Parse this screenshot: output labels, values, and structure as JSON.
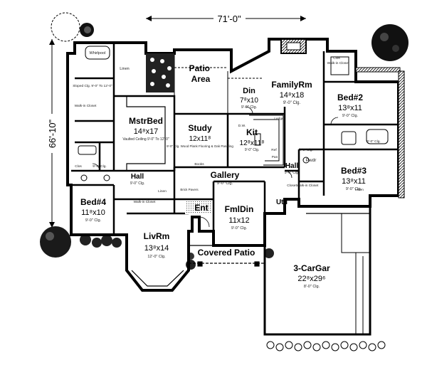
{
  "plan": {
    "overall_width": "71'-0\"",
    "overall_depth": "66'-10\"",
    "rooms": [
      {
        "id": "familyrm",
        "name": "FamilyRm",
        "size": "14⁸x18",
        "note": "9'-0\" Clg."
      },
      {
        "id": "din",
        "name": "Din",
        "size": "7⁸x10",
        "note": "9'-0\" Clg."
      },
      {
        "id": "patio",
        "name": "Patio Area",
        "size": "",
        "note": ""
      },
      {
        "id": "mstrbed",
        "name": "MstrBed",
        "size": "14⁸x17",
        "note": "Vaulted Ceiling 9'-0\" To 12'-0\""
      },
      {
        "id": "study",
        "name": "Study",
        "size": "12x11⁸",
        "note": "9'-0\" Clg. Wood Plank Flooring & Oak Paneling"
      },
      {
        "id": "kit",
        "name": "Kit",
        "size": "12⁸x11⁸",
        "note": "9'-0\" Clg."
      },
      {
        "id": "bed2",
        "name": "Bed#2",
        "size": "13⁸x11",
        "note": "9'-0\" Clg."
      },
      {
        "id": "bed3",
        "name": "Bed#3",
        "size": "13⁸x11",
        "note": "9'-0\" Clg."
      },
      {
        "id": "bed4",
        "name": "Bed#4",
        "size": "11⁸x10",
        "note": "9'-0\" Clg."
      },
      {
        "id": "gallery",
        "name": "Gallery",
        "size": "",
        "note": "9'-0\" Clg."
      },
      {
        "id": "ent",
        "name": "Ent",
        "size": "",
        "note": ""
      },
      {
        "id": "fmldin",
        "name": "FmlDin",
        "size": "11x12",
        "note": "9'-0\" Clg."
      },
      {
        "id": "livrm",
        "name": "LivRm",
        "size": "13⁸x14",
        "note": "12'-0\" Clg."
      },
      {
        "id": "covpatio",
        "name": "Covered Patio",
        "size": "",
        "note": ""
      },
      {
        "id": "garage",
        "name": "3-CarGar",
        "size": "22⁸x29⁶",
        "note": "8'-0\" Clg."
      },
      {
        "id": "hall1",
        "name": "Hall",
        "size": "",
        "note": "9'-0\" Clg."
      },
      {
        "id": "hall2",
        "name": "Hall",
        "size": "",
        "note": "9'-0\" Clg."
      },
      {
        "id": "util",
        "name": "Util",
        "size": "",
        "note": ""
      }
    ],
    "small_labels": {
      "whirlpool": "Whirlpool",
      "linen1": "Linen",
      "linen2": "Linen",
      "linen3": "Linen",
      "sloped_clg": "Sloped Clg. 9'-0\" To 12'-0\"",
      "walkin_closet": "Walk-in Closet",
      "walkin_closet2": "Walk-in Closet",
      "walkin_closet3": "Walk-in Closet",
      "walkin_closet4": "Walk-in Closet",
      "bath_clg": "9'-0\" Clg.",
      "bath_clg2": "9'-0\" Clg.",
      "bath_clg3": "9'-0\" Clg.",
      "pwdr": "Pwdr",
      "ledge": "Ledge",
      "dw": "D.W.",
      "ref": "Ref",
      "pantry": "Pan",
      "books": "Books",
      "brick_pavers": "Brick Pavers",
      "closet": "Closet",
      "clos": "Clos",
      "clos2": "Clos"
    }
  }
}
